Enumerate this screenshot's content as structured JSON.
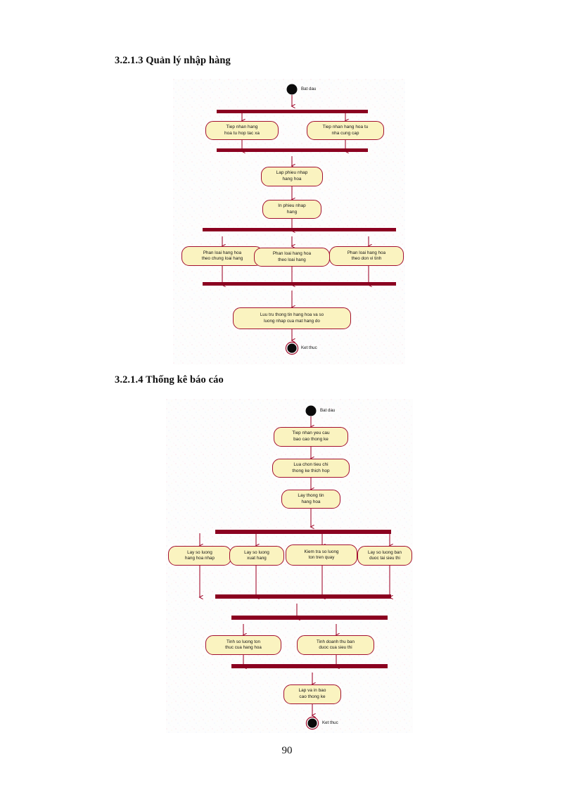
{
  "document": {
    "page_number": "90",
    "headings": [
      {
        "id": "h1",
        "text": "3.2.1.3 Quản lý nhập hàng"
      },
      {
        "id": "h2",
        "text": "3.2.1.4 Thống kê báo cáo"
      }
    ]
  },
  "diagram_1": {
    "title": "Quản lý nhập hàng",
    "start_label": "Bat dau",
    "end_label": "Ket thuc",
    "nodes": [
      {
        "id": "d1n1",
        "text": "Tiep nhan hang\nhoa tu hop tac xa"
      },
      {
        "id": "d1n2",
        "text": "Tiep nhan hang hoa tu\nnha cung cap"
      },
      {
        "id": "d1n3",
        "text": "Lap phieu nhap\nhang hoa"
      },
      {
        "id": "d1n4",
        "text": "In phieu nhap\nhang"
      },
      {
        "id": "d1n5",
        "text": "Phan loai hang hoa\ntheo chung loai hang"
      },
      {
        "id": "d1n6",
        "text": "Phan loai hang hoa\ntheo loai hang"
      },
      {
        "id": "d1n7",
        "text": "Phan loai hang hoa\ntheo don vi tinh"
      },
      {
        "id": "d1n8",
        "text": "Luu tru thong tin hang hoa va so\nluong nhap cua mat hang do"
      }
    ]
  },
  "diagram_2": {
    "title": "Thống kê báo cáo",
    "start_label": "Bat dau",
    "end_label": "Ket thuc",
    "nodes": [
      {
        "id": "d2n1",
        "text": "Tiep nhan yeu cau\nbao cao thong ke"
      },
      {
        "id": "d2n2",
        "text": "Lua chon tieu chi\nthong ke thich hop"
      },
      {
        "id": "d2n3",
        "text": "Lay thong tin\nhang hoa"
      },
      {
        "id": "d2n4",
        "text": "Lay so luong\nhang hoa nhap"
      },
      {
        "id": "d2n5",
        "text": "Lay so luong\nxuat hang"
      },
      {
        "id": "d2n6",
        "text": "Kiem tra so luong\nton tren quay"
      },
      {
        "id": "d2n7",
        "text": "Lay so luong ban\nduoc tai sieu thi"
      },
      {
        "id": "d2n8",
        "text": "Tinh so luong ton\nthuc cua hang hoa"
      },
      {
        "id": "d2n9",
        "text": "Tinh doanh thu ban\nduoc cua sieu thi"
      },
      {
        "id": "d2n10",
        "text": "Lap va in bao\ncao thong ke"
      }
    ]
  },
  "colors": {
    "node_fill": "#FAF3C0",
    "node_border": "#A31030",
    "sync_bar": "#8B0020",
    "connector": "#A31030",
    "endpoint": "#000000",
    "canvas": "#fdfdfd"
  }
}
